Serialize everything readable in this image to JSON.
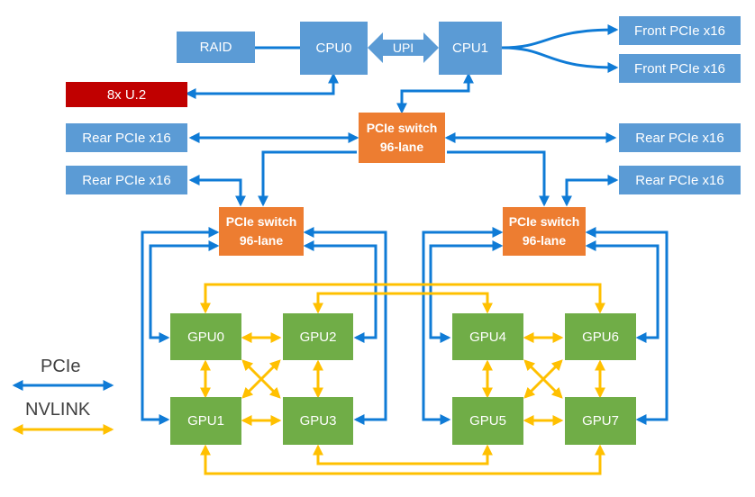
{
  "nodes": {
    "raid": "RAID",
    "cpu0": "CPU0",
    "upi": "UPI",
    "cpu1": "CPU1",
    "front1": "Front PCIe x16",
    "front2": "Front PCIe x16",
    "u2": "8x U.2",
    "rear_l1": "Rear PCIe x16",
    "rear_l2": "Rear PCIe x16",
    "rear_r1": "Rear PCIe x16",
    "rear_r2": "Rear PCIe x16",
    "switch_top": [
      "PCIe switch",
      "96-lane"
    ],
    "switch_left": [
      "PCIe switch",
      "96-lane"
    ],
    "switch_right": [
      "PCIe switch",
      "96-lane"
    ],
    "gpu0": "GPU0",
    "gpu1": "GPU1",
    "gpu2": "GPU2",
    "gpu3": "GPU3",
    "gpu4": "GPU4",
    "gpu5": "GPU5",
    "gpu6": "GPU6",
    "gpu7": "GPU7"
  },
  "legend": {
    "pcie": "PCIe",
    "nvlink": "NVLINK"
  },
  "colors": {
    "pcie_link": "#0f7bd6",
    "nvlink": "#ffc000",
    "cpu_box": "#5b9bd5",
    "switch_box": "#ed7d31",
    "gpu_box": "#70ad47",
    "storage_box": "#c00000"
  }
}
